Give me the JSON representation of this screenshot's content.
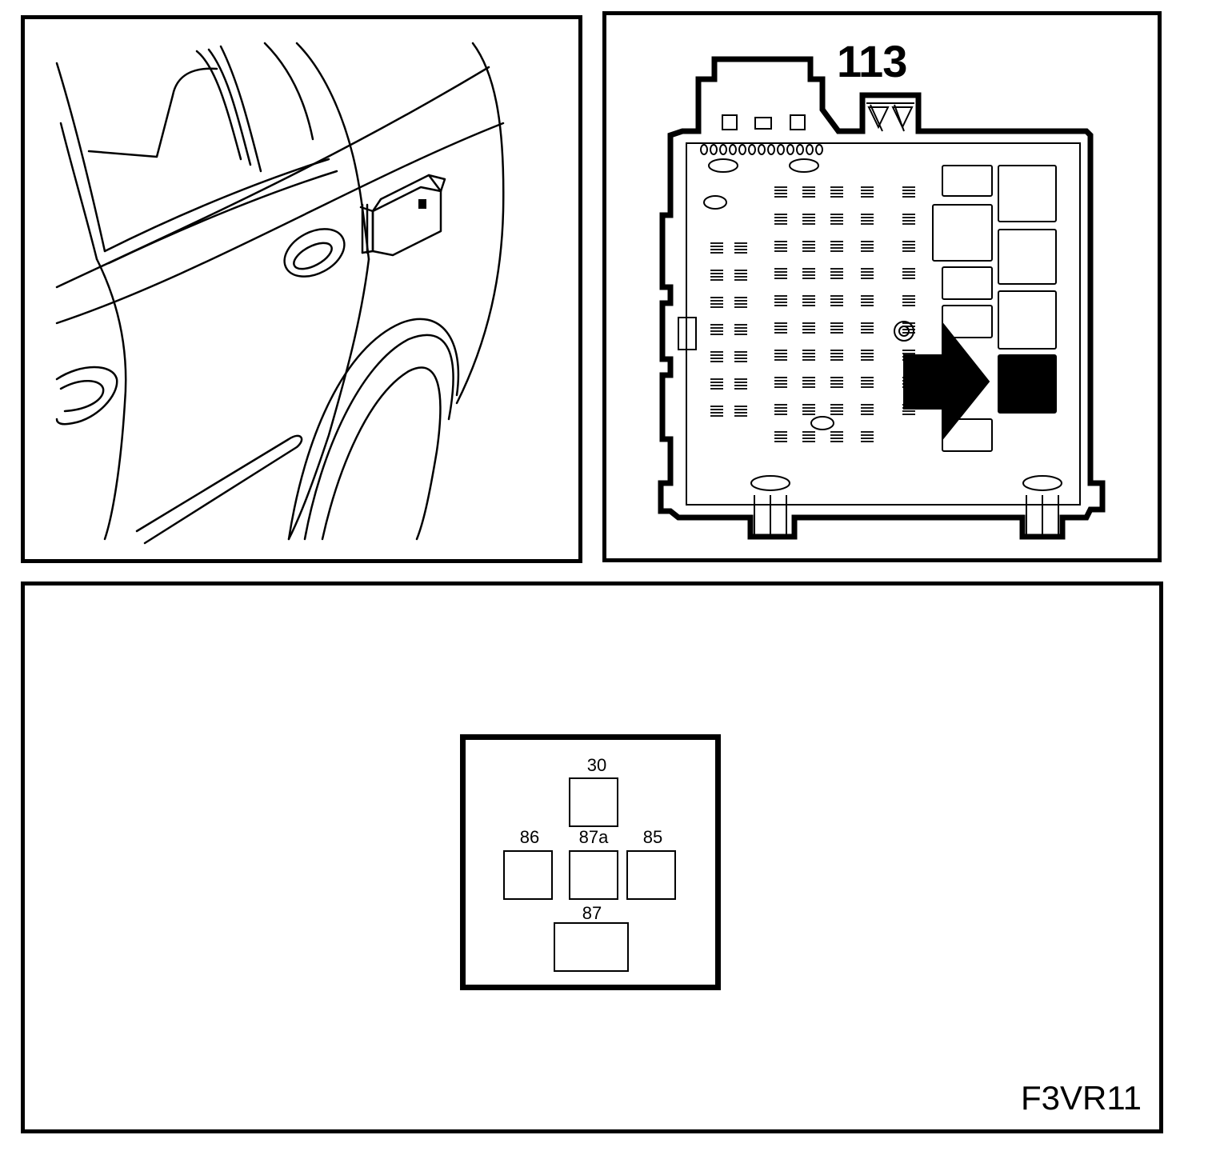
{
  "panels": {
    "fusebox": {
      "callout_number": "113"
    },
    "relay": {
      "figure_code": "F3VR11",
      "pins": {
        "p30": "30",
        "p86": "86",
        "p87a": "87a",
        "p85": "85",
        "p87": "87"
      }
    }
  },
  "icons": [
    "car-rear-door-outline-icon",
    "fuse-relay-box-icon",
    "arrow-right-icon"
  ],
  "colors": {
    "ink": "#000000",
    "paper": "#ffffff"
  }
}
